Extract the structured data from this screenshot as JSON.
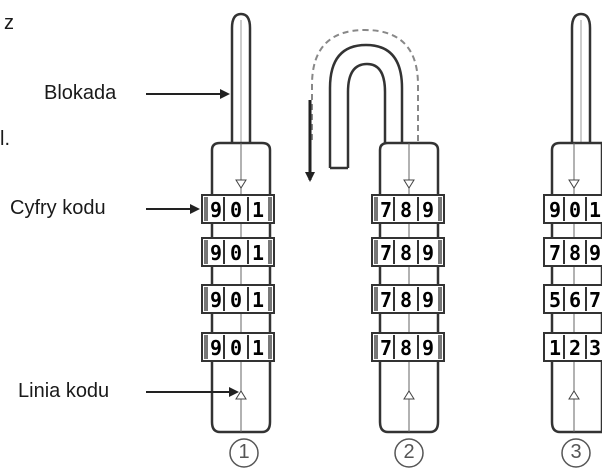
{
  "text_fragments": {
    "top": "z",
    "middle": "l."
  },
  "labels": {
    "shackle": "Blokada",
    "code_digits": "Cyfry kodu",
    "code_line": "Linia kodu"
  },
  "steps": [
    {
      "number": "1",
      "dials": [
        [
          "9",
          "0",
          "1"
        ],
        [
          "9",
          "0",
          "1"
        ],
        [
          "9",
          "0",
          "1"
        ],
        [
          "9",
          "0",
          "1"
        ]
      ],
      "shackle": "closed"
    },
    {
      "number": "2",
      "dials": [
        [
          "7",
          "8",
          "9"
        ],
        [
          "7",
          "8",
          "9"
        ],
        [
          "7",
          "8",
          "9"
        ],
        [
          "7",
          "8",
          "9"
        ]
      ],
      "shackle": "open"
    },
    {
      "number": "3",
      "dials": [
        [
          "9",
          "0",
          "1"
        ],
        [
          "7",
          "8",
          "9"
        ],
        [
          "5",
          "6",
          "7"
        ],
        [
          "1",
          "2",
          "3"
        ]
      ],
      "shackle": "closed"
    }
  ]
}
